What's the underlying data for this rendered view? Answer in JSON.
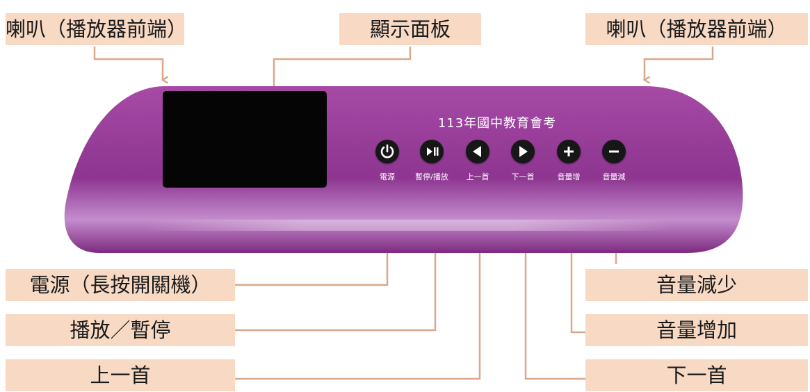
{
  "top_labels": {
    "speaker_left": "喇叭（播放器前端）",
    "display": "顯示面板",
    "speaker_right": "喇叭（播放器前端）"
  },
  "device": {
    "brand_text": "113年國中教育會考",
    "buttons": [
      {
        "icon": "power-icon",
        "caption": "電源"
      },
      {
        "icon": "play-pause-icon",
        "caption": "暫停/播放"
      },
      {
        "icon": "previous-icon",
        "caption": "上一首"
      },
      {
        "icon": "next-icon",
        "caption": "下一首"
      },
      {
        "icon": "plus-icon",
        "caption": "音量增"
      },
      {
        "icon": "minus-icon",
        "caption": "音量減"
      }
    ]
  },
  "bottom_labels": {
    "power": "電源（長按開關機）",
    "play_pause": "播放／暫停",
    "previous": "上一首",
    "volume_down": "音量減少",
    "volume_up": "音量增加",
    "next": "下一首"
  },
  "colors": {
    "label_bg": "#f7d9c4",
    "arrow": "#d9a78a",
    "device_purple": "#9b3f9b",
    "button": "#171717"
  }
}
